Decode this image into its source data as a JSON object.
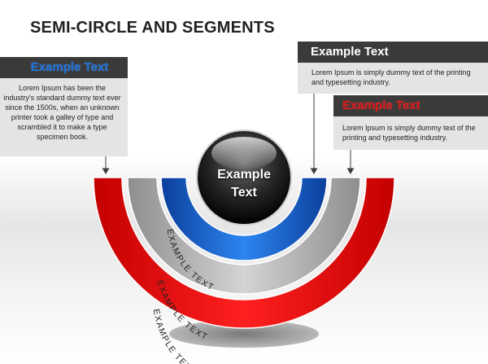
{
  "title": "SEMI-CIRCLE AND SEGMENTS",
  "boxes": {
    "left": {
      "heading": "Example Text",
      "body": "Lorem Ipsum has been the industry's standard dummy text ever since the 1500s, when an unknown printer took a galley of type and scrambled it to make a type specimen book."
    },
    "top_right": {
      "heading": "Example Text",
      "body": "Lorem Ipsum is simply dummy text of the printing and typesetting industry."
    },
    "mid_right": {
      "heading": "Example Text",
      "body": "Lorem Ipsum is simply dummy text of the printing and typesetting industry."
    }
  },
  "center": {
    "line1": "Example",
    "line2": "Text"
  },
  "arc_labels": {
    "inner": "EXAMPLE TEXT",
    "middle": "EXAMPLE TEXT",
    "outer": "EXAMPLE TEXT"
  },
  "colors": {
    "red": "#e00d0d",
    "blue": "#1a6fd6",
    "gray": "#a8a8a8",
    "dark": "#3a3a3a"
  }
}
